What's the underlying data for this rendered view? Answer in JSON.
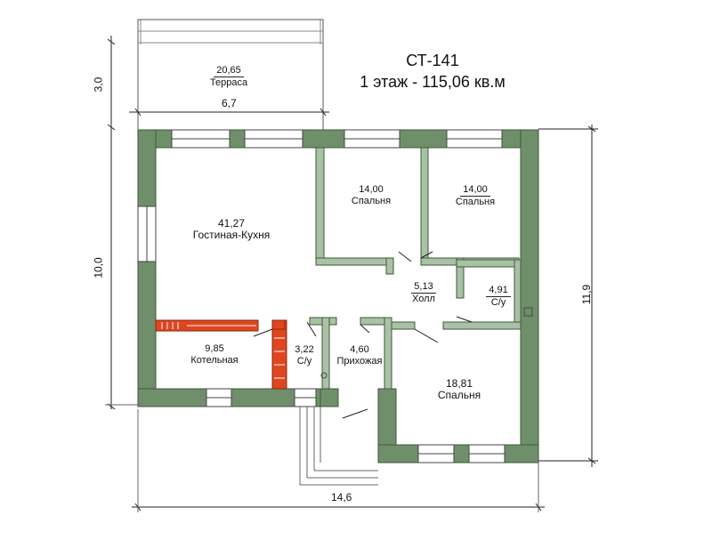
{
  "plan": {
    "code": "СТ-141",
    "floor_area": "1 этаж - 115,06 кв.м"
  },
  "dimensions": {
    "terrace_width": "6,7",
    "terrace_depth": "3,0",
    "house_depth_left": "10,0",
    "house_depth_right": "11,9",
    "house_width": "14,6"
  },
  "rooms": [
    {
      "area": "20,65",
      "name": "Терраса"
    },
    {
      "area": "41,27",
      "name": "Гостиная-Кухня"
    },
    {
      "area": "14,00",
      "name": "Спальня"
    },
    {
      "area": "14,00",
      "name": "Спальня"
    },
    {
      "area": "5,13",
      "name": "Холл"
    },
    {
      "area": "4,91",
      "name": "С/у"
    },
    {
      "area": "9,85",
      "name": "Котельная"
    },
    {
      "area": "3,22",
      "name": "С/у"
    },
    {
      "area": "4,60",
      "name": "Прихожая"
    },
    {
      "area": "18,81",
      "name": "Спальня"
    }
  ],
  "colors": {
    "wall": "#6f8f6a",
    "wall_edge": "#3d5a3a",
    "brick": "#e0461e",
    "line": "#222222"
  }
}
